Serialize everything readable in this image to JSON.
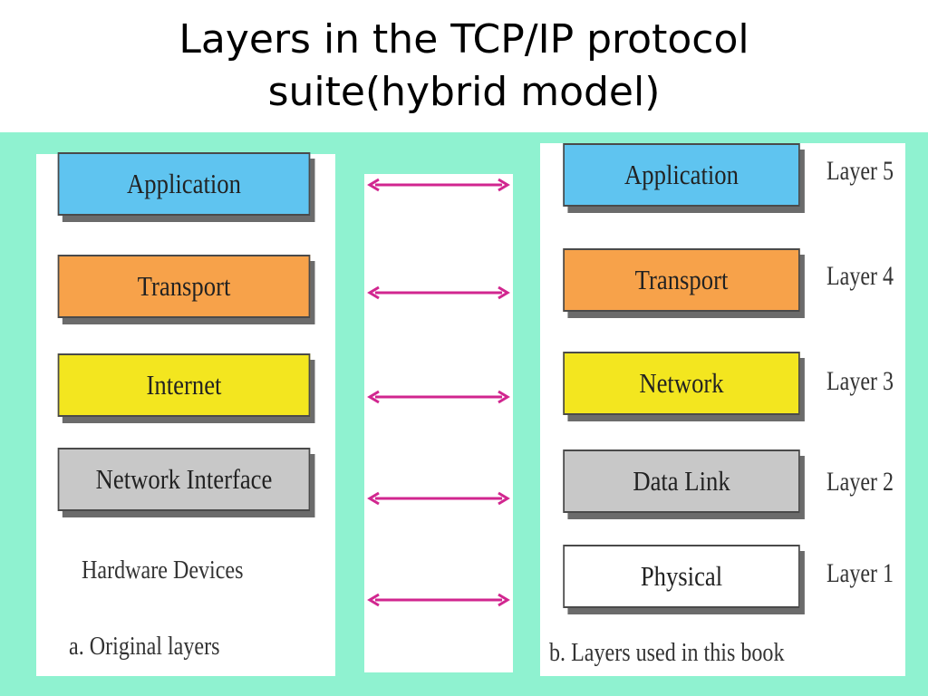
{
  "title": {
    "line1": "Layers in the TCP/IP protocol",
    "line2": "suite(hybrid model)"
  },
  "left_column": {
    "layers": [
      "Application",
      "Transport",
      "Internet",
      "Network Interface"
    ],
    "hardware_label": "Hardware Devices",
    "caption": "a. Original layers"
  },
  "right_column": {
    "layers": [
      "Application",
      "Transport",
      "Network",
      "Data Link",
      "Physical"
    ],
    "layer_labels": [
      "Layer 5",
      "Layer 4",
      "Layer 3",
      "Layer 2",
      "Layer 1"
    ],
    "caption": "b. Layers used in this book"
  },
  "colors": {
    "application": "#5fc4f0",
    "transport": "#f7a24a",
    "network": "#f3e61f",
    "link": "#c8c8c8",
    "physical": "#ffffff",
    "arrow": "#d1268f",
    "background": "#8ff2d0"
  }
}
